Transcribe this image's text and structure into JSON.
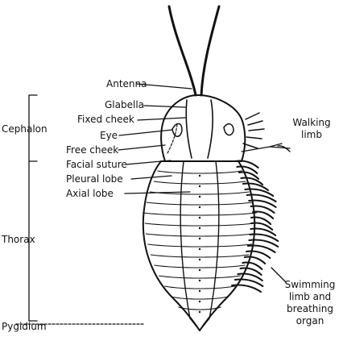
{
  "diagram": {
    "labels": {
      "antenna": "Antenna",
      "glabella": "Glabella",
      "fixed_cheek": "Fixed cheek",
      "eye": "Eye",
      "free_cheek": "Free cheek",
      "facial_suture": "Facial suture",
      "pleural_lobe": "Pleural lobe",
      "axial_lobe": "Axial lobe",
      "walking_limb_1": "Walking",
      "walking_limb_2": "limb",
      "swimming_1": "Swimming",
      "swimming_2": "limb and",
      "swimming_3": "breathing",
      "swimming_4": "organ"
    },
    "regions": {
      "cephalon": "Cephalon",
      "thorax": "Thorax",
      "pygidium": "Pygidium"
    },
    "colors": {
      "ink": "#111111",
      "paper": "#ffffff"
    }
  }
}
